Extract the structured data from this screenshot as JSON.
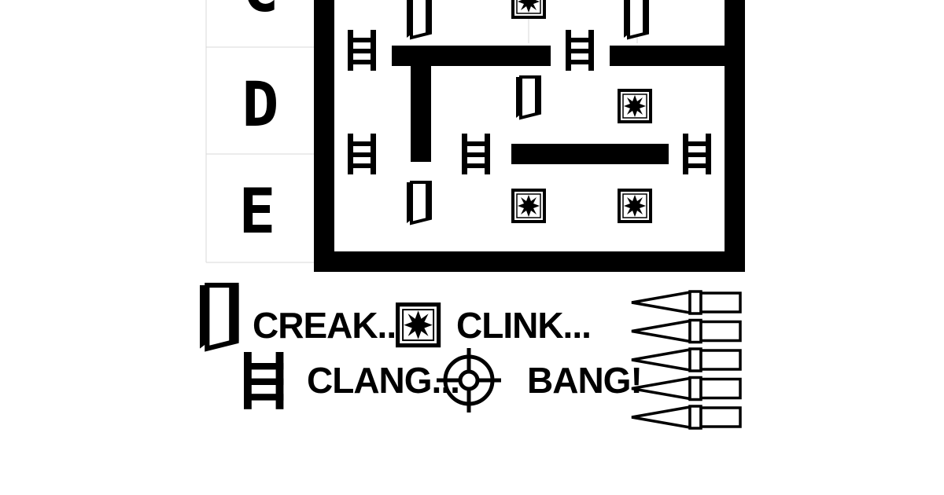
{
  "board": {
    "row_labels": [
      "C",
      "D",
      "E"
    ],
    "row_label_style": "pixel-block"
  },
  "legend": {
    "door": {
      "icon": "door-icon",
      "text": "CREAK..."
    },
    "ladder": {
      "icon": "ladder-icon",
      "text": "CLANG..."
    },
    "trap": {
      "icon": "spiked-trap-icon",
      "text": "CLINK..."
    },
    "target": {
      "icon": "crosshair-icon",
      "text": "BANG!"
    }
  },
  "ammo": {
    "icon": "bullet-icon",
    "count": 5
  },
  "colors": {
    "ink": "#000000",
    "background": "#ffffff",
    "grid": "#d9d9d9"
  }
}
